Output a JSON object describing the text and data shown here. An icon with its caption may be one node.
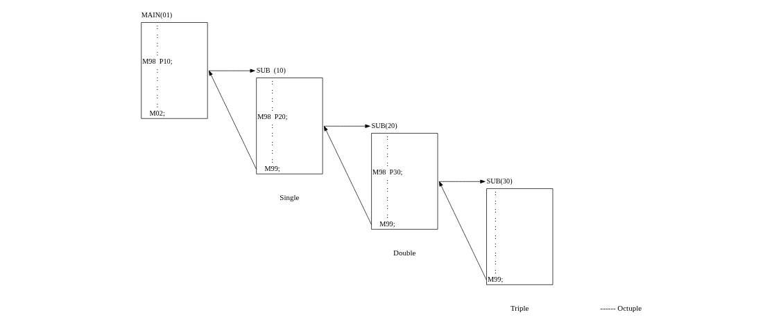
{
  "diagram": {
    "nodes": [
      {
        "text": [
          "MAIN(01)",
          ":",
          ":",
          ":",
          ":",
          "M98  P10;",
          ":",
          ":",
          ":",
          ":",
          ":",
          "M02;"
        ]
      },
      {
        "text": [
          "SUB  (10)",
          ":",
          ":",
          ":",
          ":",
          "M98  P20;",
          ":",
          ":",
          ":",
          ":",
          ":",
          "M99;"
        ]
      },
      {
        "text": [
          "SUB(20)",
          ":",
          ":",
          ":",
          ":",
          "M98  P30;",
          ":",
          ":",
          ":",
          ":",
          ":",
          "M99;"
        ]
      },
      {
        "text": [
          "SUB(30)",
          ":",
          ":",
          ":",
          ":",
          ":",
          ":",
          ":",
          ":",
          ":",
          ":",
          "M99;"
        ]
      }
    ],
    "edges": [
      {
        "from": 0,
        "to": 1,
        "arrow": "to"
      },
      {
        "from": 1,
        "to": 0,
        "arrow": "to"
      },
      {
        "from": 1,
        "to": 2,
        "arrow": "to"
      },
      {
        "from": 2,
        "to": 1,
        "arrow": "to"
      },
      {
        "from": 2,
        "to": 3,
        "arrow": "to"
      },
      {
        "from": 3,
        "to": 2,
        "arrow": "to"
      }
    ],
    "labels": [
      "Single",
      "Double",
      "Triple",
      "------ Octuple"
    ]
  }
}
